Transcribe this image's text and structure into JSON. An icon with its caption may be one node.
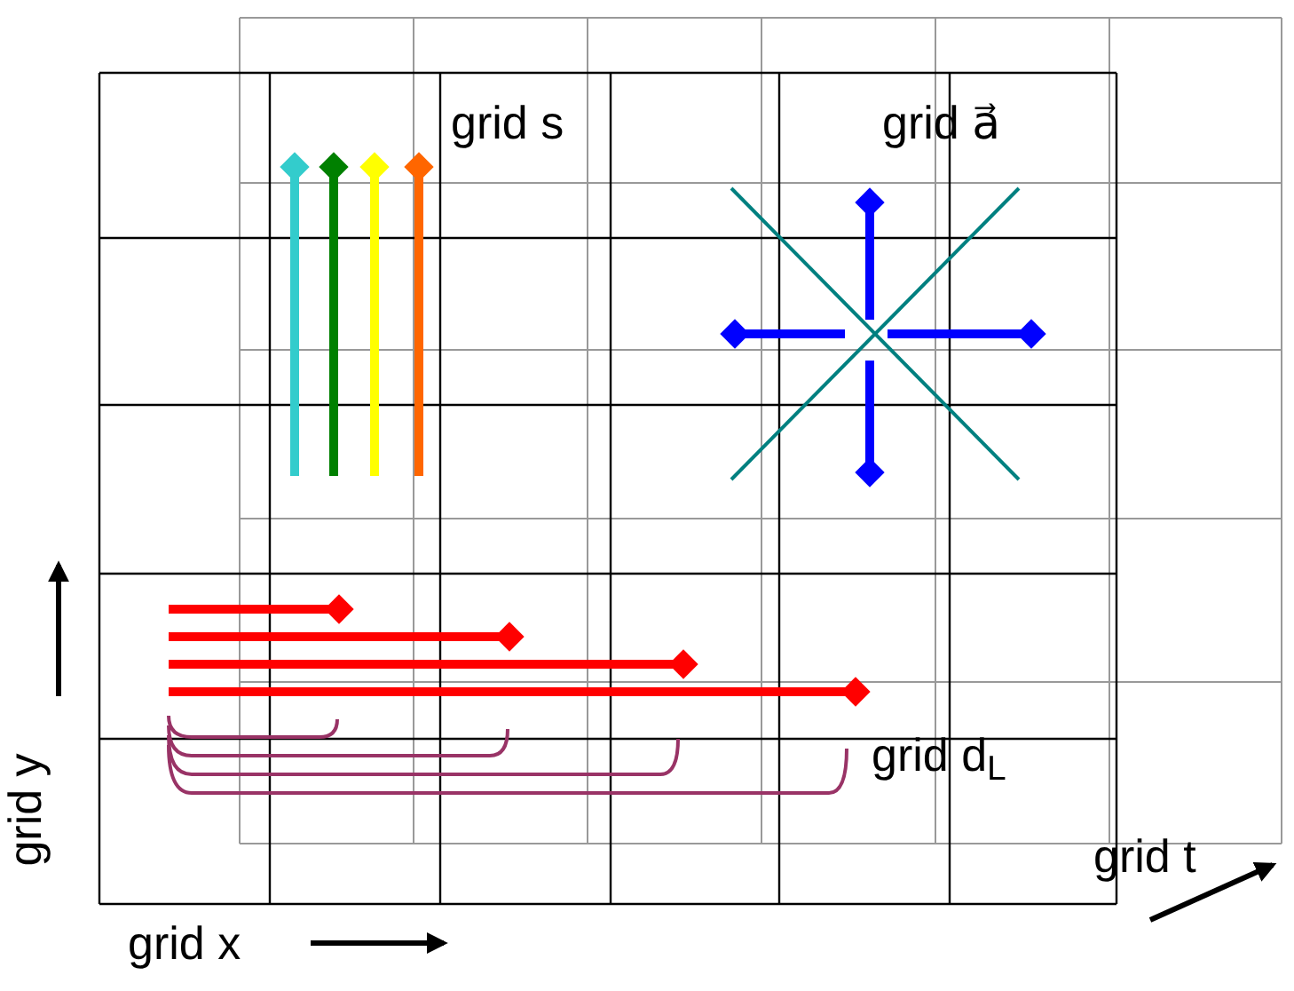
{
  "diagram": {
    "labels": [
      "grid s",
      "grid a⃗",
      "grid d$_{L}$",
      "grid y",
      "grid x",
      "grid t"
    ]
  }
}
